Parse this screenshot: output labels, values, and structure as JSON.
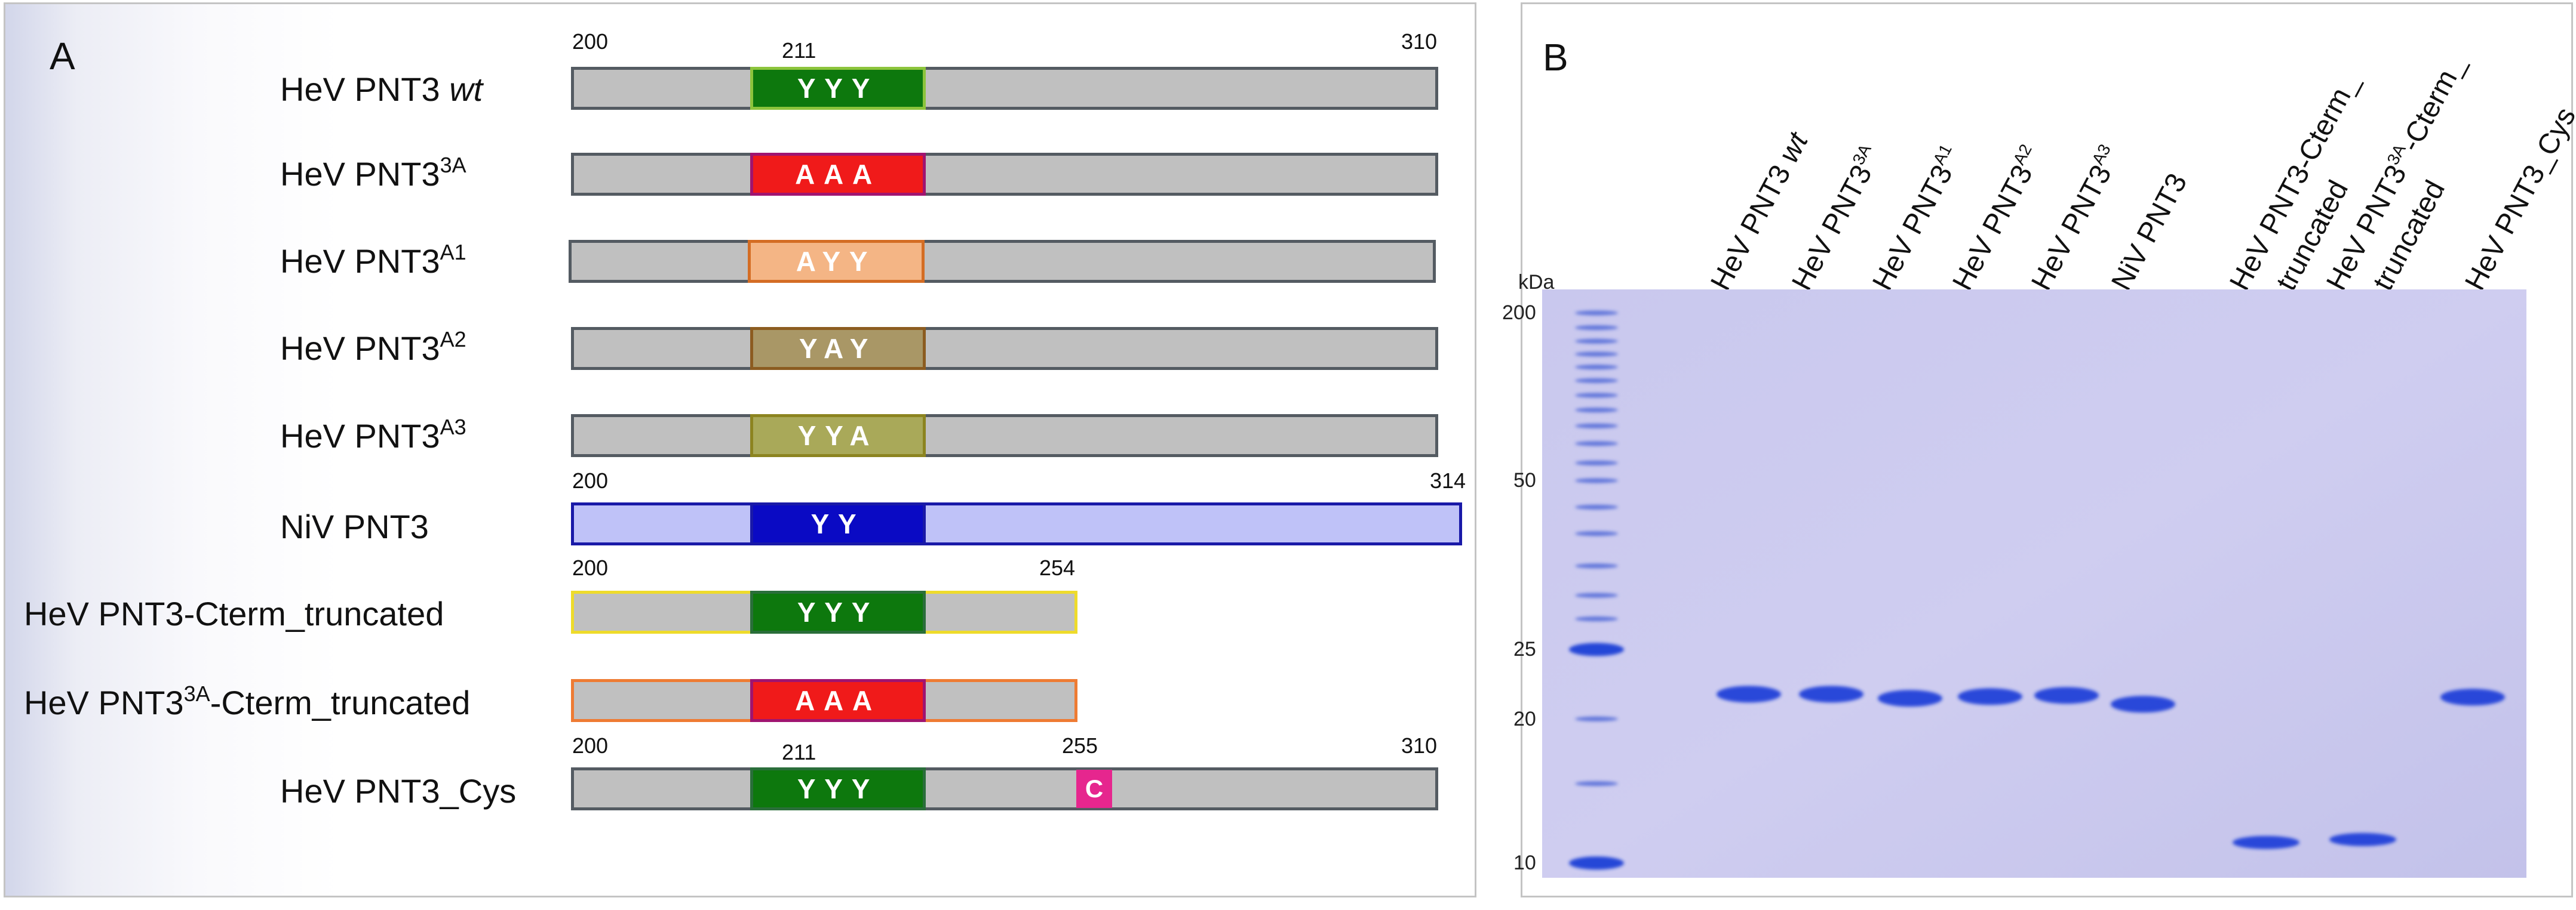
{
  "panel_a": {
    "letter": "A",
    "rows": [
      {
        "name_main": "HeV PNT3 ",
        "name_sup": "",
        "name_italic": "wt",
        "motif": "YYY"
      },
      {
        "name_main": "HeV PNT3",
        "name_sup": "3A",
        "name_italic": "",
        "motif": "AAA"
      },
      {
        "name_main": "HeV PNT3",
        "name_sup": "A1",
        "name_italic": "",
        "motif": "AYY"
      },
      {
        "name_main": "HeV PNT3",
        "name_sup": "A2",
        "name_italic": "",
        "motif": "YAY"
      },
      {
        "name_main": "HeV PNT3",
        "name_sup": "A3",
        "name_italic": "",
        "motif": "YYA"
      },
      {
        "name_main": "NiV PNT3",
        "name_sup": "",
        "name_italic": "",
        "motif": "YY"
      },
      {
        "name_main": "HeV PNT3-Cterm_truncated",
        "name_sup": "",
        "name_italic": "",
        "motif": "YYY"
      },
      {
        "name_main": "HeV PNT3",
        "name_sup": "3A",
        "name_tail": "-Cterm_truncated",
        "name_italic": "",
        "motif": "AAA"
      },
      {
        "name_main": "HeV PNT3_Cys",
        "name_sup": "",
        "name_italic": "",
        "motif": "YYY",
        "cys_label": "C"
      }
    ],
    "numbers": {
      "wt_start": "200",
      "wt_motif": "211",
      "wt_end": "310",
      "niv_start": "200",
      "niv_end": "314",
      "trunc_start": "200",
      "trunc_end": "254",
      "cys_start": "200",
      "cys_motif": "211",
      "cys_pos": "255",
      "cys_end": "310"
    },
    "colors": {
      "bar_fill": "#c0c0c0",
      "bar_border": "#545b62",
      "yyy": "#0d780d",
      "aaa": "#f01a1a",
      "ayy": "#f4b585",
      "yay": "#a99766",
      "yya": "#a9a959",
      "niv_bar": "#bfc2f8",
      "niv_border": "#1919a8",
      "niv_motif": "#0a0ac4",
      "cys": "#e6268e",
      "trunc_border": "#eedb2b",
      "trunc3a_border": "#ee7b33"
    }
  },
  "panel_b": {
    "letter": "B",
    "kda_unit": "kDa",
    "markers": [
      {
        "label": "200",
        "y": 0.04
      },
      {
        "label": "50",
        "y": 0.325
      },
      {
        "label": "25",
        "y": 0.612
      },
      {
        "label": "20",
        "y": 0.73
      },
      {
        "label": "10",
        "y": 0.975
      }
    ],
    "lanes": [
      {
        "main": "HeV PNT3 ",
        "sup": "",
        "italic": "wt",
        "band": 0.688,
        "lane": 1
      },
      {
        "main": "HeV PNT3",
        "sup": "3A",
        "italic": "",
        "band": 0.688,
        "lane": 2
      },
      {
        "main": "HeV PNT3",
        "sup": "A1",
        "italic": "",
        "band": 0.695,
        "lane": 3
      },
      {
        "main": "HeV PNT3",
        "sup": "A2",
        "italic": "",
        "band": 0.692,
        "lane": 4
      },
      {
        "main": "HeV PNT3",
        "sup": "A3",
        "italic": "",
        "band": 0.69,
        "lane": 5
      },
      {
        "main": "NiV PNT3",
        "sup": "",
        "italic": "",
        "band": 0.705,
        "lane": 6
      },
      {
        "main": "HeV PNT3-Cterm_",
        "sup": "",
        "italic": "",
        "band": 0.94,
        "lane": 7,
        "second": "truncated"
      },
      {
        "main": "HeV PNT3",
        "sup": "3A",
        "italic": "",
        "tail": "-Cterm_",
        "band": 0.935,
        "lane": 8,
        "second": "truncated"
      },
      {
        "main": "HeV PNT3_Cys",
        "sup": "",
        "italic": "",
        "band": 0.693,
        "lane": 9
      }
    ]
  }
}
